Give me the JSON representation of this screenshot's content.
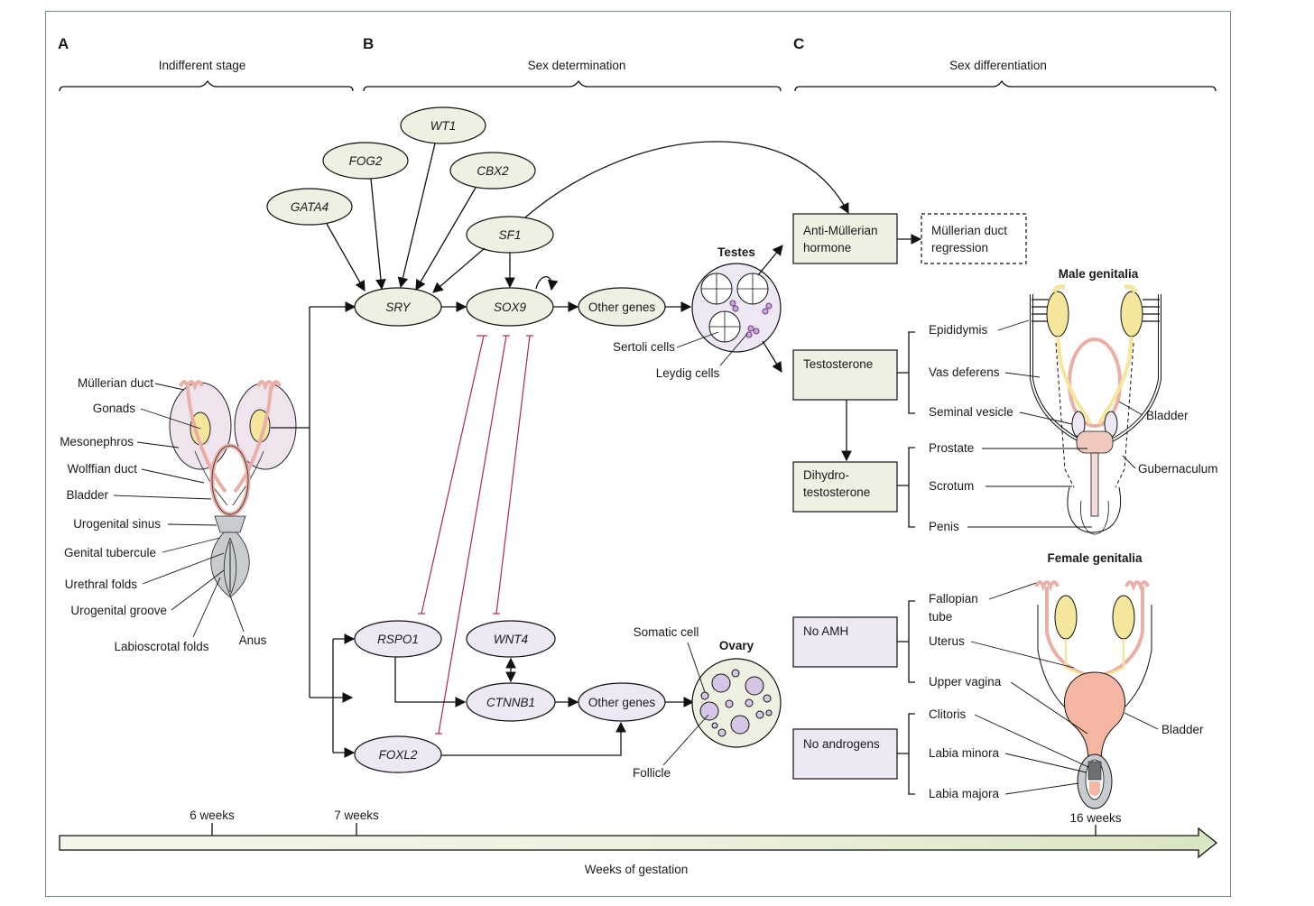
{
  "panels": {
    "A": {
      "letter": "A",
      "title": "Indifferent stage"
    },
    "B": {
      "letter": "B",
      "title": "Sex determination"
    },
    "C": {
      "letter": "C",
      "title": "Sex differentiation"
    }
  },
  "indifferent_labels": [
    "Müllerian duct",
    "Gonads",
    "Mesonephros",
    "Wolffian duct",
    "Bladder",
    "Urogenital sinus",
    "Genital tubercule",
    "Urethral folds",
    "Urogenital groove",
    "Labioscrotal folds",
    "Anus"
  ],
  "genes": {
    "wt1": "WT1",
    "fog2": "FOG2",
    "cbx2": "CBX2",
    "gata4": "GATA4",
    "sf1": "SF1",
    "sry": "SRY",
    "sox9": "SOX9",
    "other_male": "Other genes",
    "rspo1": "RSPO1",
    "wnt4": "WNT4",
    "ctnnb1": "CTNNB1",
    "foxl2": "FOXL2",
    "other_female": "Other genes"
  },
  "testes": {
    "title": "Testes",
    "sertoli": "Sertoli cells",
    "leydig": "Leydig cells"
  },
  "ovary": {
    "title": "Ovary",
    "somatic": "Somatic cell",
    "follicle": "Follicle"
  },
  "boxes": {
    "amh": [
      "Anti-Müllerian",
      "hormone"
    ],
    "mdr": [
      "Müllerian duct",
      "regression"
    ],
    "testosterone": "Testosterone",
    "dht": [
      "Dihydro-",
      "testosterone"
    ],
    "no_amh": "No AMH",
    "no_androgens": "No androgens"
  },
  "male": {
    "title": "Male genitalia",
    "testosterone_targets": [
      "Epididymis",
      "Vas deferens",
      "Seminal vesicle"
    ],
    "dht_targets": [
      "Prostate",
      "Scrotum",
      "Penis"
    ],
    "other_labels": [
      "Bladder",
      "Gubernaculum"
    ]
  },
  "female": {
    "title": "Female genitalia",
    "no_amh_targets": [
      "Fallopian",
      "tube",
      "Uterus",
      "Upper vagina"
    ],
    "no_androgen_targets": [
      "Clitoris",
      "Labia minora",
      "Labia majora"
    ],
    "other_labels": [
      "Bladder"
    ]
  },
  "timeline": {
    "ticks": [
      "6 weeks",
      "7 weeks",
      "16 weeks"
    ],
    "label": "Weeks of gestation"
  },
  "colors": {
    "male_fill": "#eef0e2",
    "female_fill": "#ede8f4",
    "inhibition": "#b0284a",
    "gonad_yellow": "#f4e69a",
    "duct_pink": "#e9b0a8",
    "meso_lilac": "#f0e4ef",
    "sinus_grey": "#c8cbd0",
    "frame": "#6f8a80"
  }
}
